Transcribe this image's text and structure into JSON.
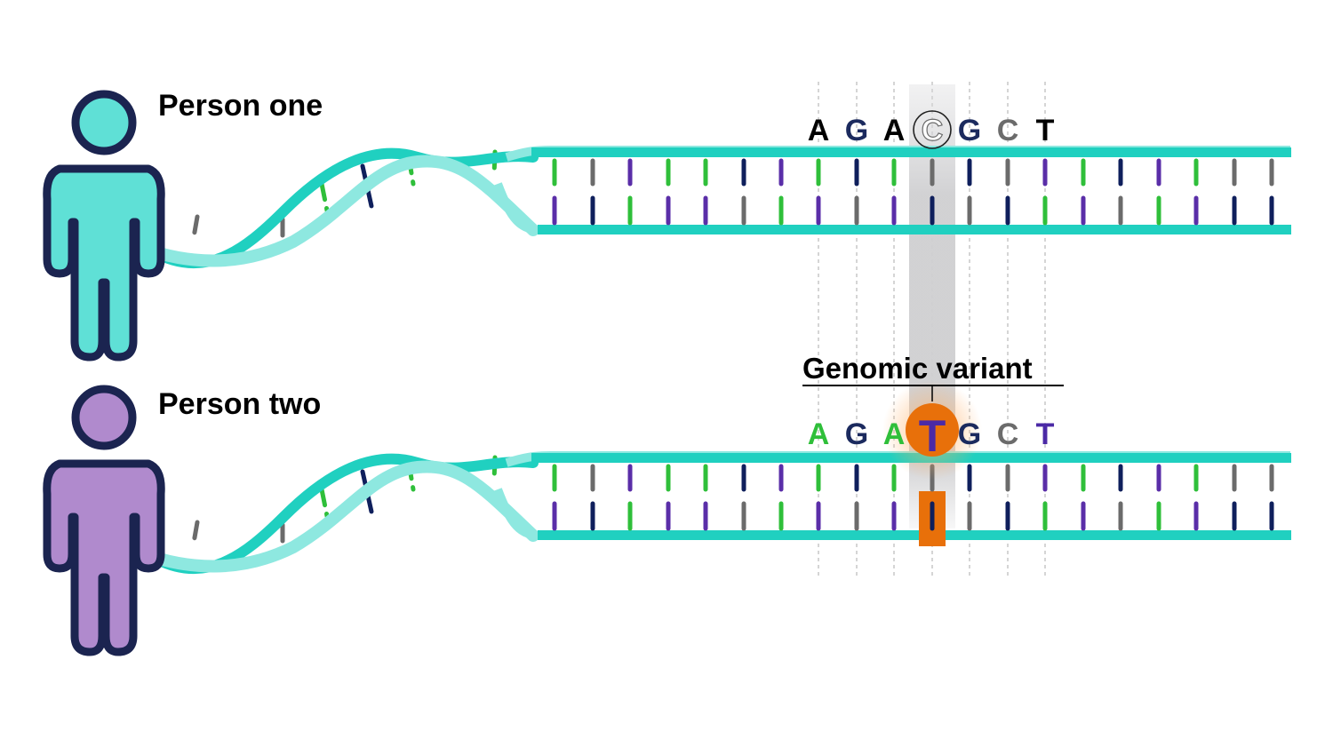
{
  "people": [
    {
      "label": "Person one",
      "figure_color": "#5fe0d6",
      "sequence": [
        "A",
        "G",
        "A",
        "C",
        "G",
        "C",
        "T"
      ],
      "sequence_colors": [
        "#000000",
        "#1b2a5e",
        "#000000",
        "#6b6b6b",
        "#1b2a5e",
        "#6b6b6b",
        "#000000"
      ],
      "highlight_index": 3,
      "highlight_style": "circle"
    },
    {
      "label": "Person two",
      "figure_color": "#b08acd",
      "sequence": [
        "A",
        "G",
        "A",
        "T",
        "G",
        "C",
        "T"
      ],
      "sequence_colors": [
        "#2fbf3a",
        "#1b2a5e",
        "#2fbf3a",
        "#4b2aa6",
        "#1b2a5e",
        "#6b6b6b",
        "#4b2aa6"
      ],
      "highlight_index": 3,
      "highlight_style": "orange-dot"
    }
  ],
  "variant_label": "Genomic variant",
  "colors": {
    "strand": "#20d0c0",
    "strand_light": "#8ee8e0",
    "outline": "#1b2450",
    "base_green": "#2fbf3a",
    "base_navy": "#0f1f5c",
    "base_purple": "#5a2ea8",
    "base_gray": "#6b6b6b",
    "variant_orange": "#e8700a",
    "highlight_gray": "#d4d4d6"
  }
}
